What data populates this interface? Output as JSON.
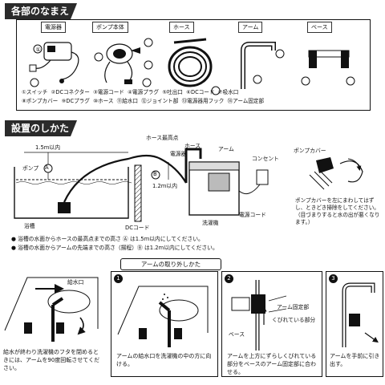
{
  "sections": {
    "parts_title": "各部のなまえ",
    "install_title": "設置のしかた",
    "arm_title": "アームの取り外しかた"
  },
  "parts": {
    "labels": [
      "電源器",
      "ポンプ本体",
      "ホース",
      "アーム",
      "ベース"
    ],
    "legend_row1": [
      "①スイッチ",
      "②DCコネクター",
      "③電源コード",
      "④電源プラグ",
      "⑤吐出口",
      "⑥DCコード",
      "⑦吸水口"
    ],
    "legend_row2": [
      "⑧ポンプカバー",
      "⑨DCプラグ",
      "⑩ホース",
      "⑪給水口",
      "⑫ジョイント部",
      "⑬電源器用フック",
      "⑭アーム固定部"
    ]
  },
  "install": {
    "hose_top": "ホース最高点",
    "hose": "ホース",
    "power_unit": "電源器",
    "arm": "アーム",
    "outlet": "コンセント",
    "height_a": "1.5m以内",
    "height_b": "1.2m以内",
    "pump": "ポンプ",
    "bathtub": "浴槽",
    "dc_cord": "DCコード",
    "washer": "洗濯機",
    "power_cord": "電源コード",
    "pump_cover": "ポンプカバー",
    "cover_note": "ポンプカバーを左にまわしてはずし、ときどき掃除をしてください。（目づまりすると水の出が悪くなります。）",
    "note_a": "浴槽の水面からホースの最高点までの高さ Ⓐ は1.5m以内にしてください。",
    "note_b": "浴槽の水面からアームの先端までの高さ（揚程）Ⓑ は1.2m以内にしてください。",
    "mark_a": "A",
    "mark_b": "B"
  },
  "arm_removal": {
    "intro_label": "給水口",
    "intro_text": "給水が終わり洗濯機のフタを閉めるときには、アームを90度回転させてください。",
    "step1_num": "1",
    "step1_text": "アームの給水口を洗濯機の中の方に向ける。",
    "step2_num": "2",
    "step2_fix": "アーム固定部",
    "step2_notch": "くびれている部分",
    "step2_base": "ベース",
    "step2_text": "アームを上方にずらしくびれている部分をベースのアーム固定部に合わせる。",
    "step3_num": "3",
    "step3_text": "アームを手前に引き出す。"
  }
}
